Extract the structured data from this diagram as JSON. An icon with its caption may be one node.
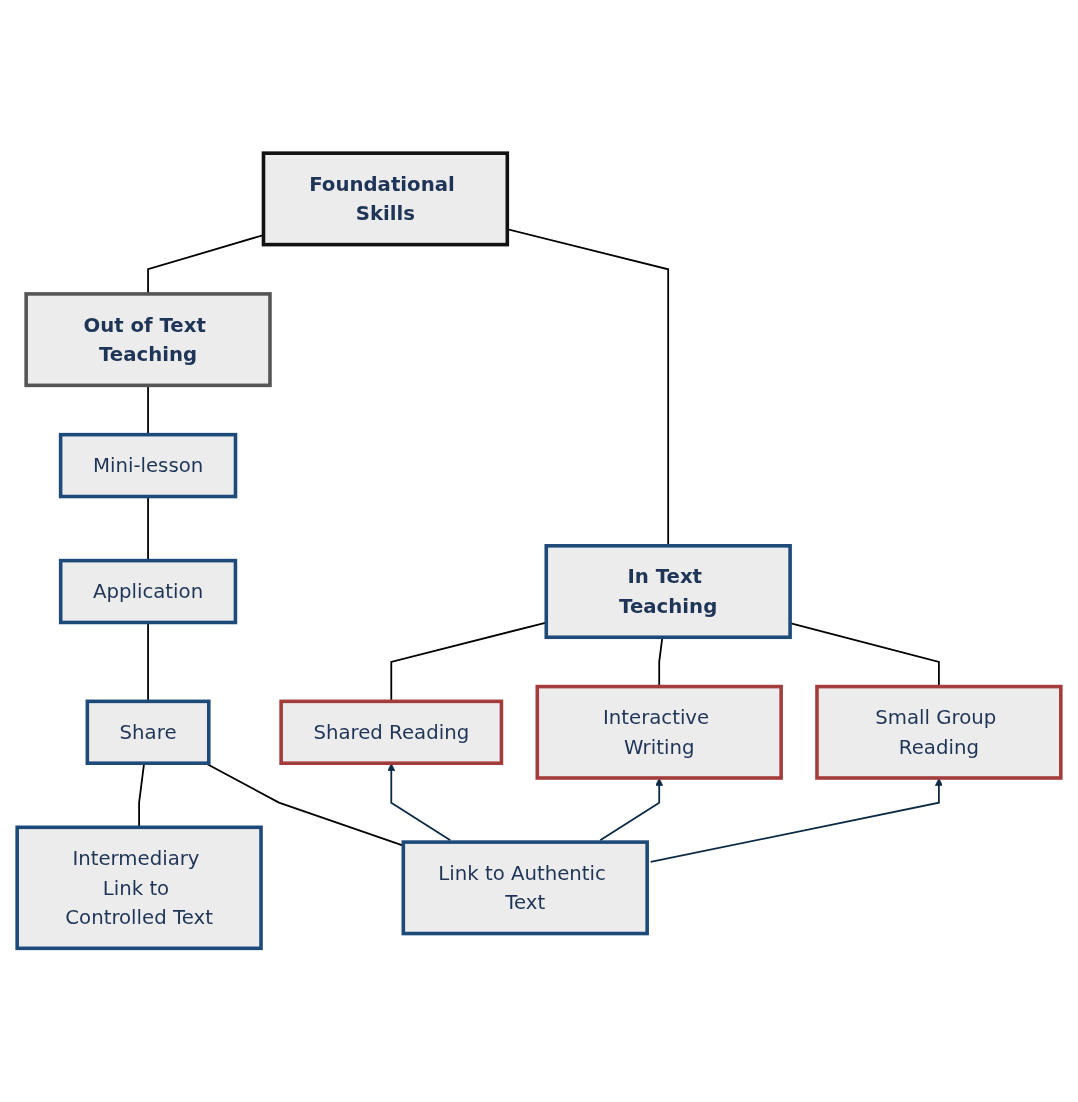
{
  "diagram": {
    "nodes": [
      {
        "text": [
          "Foundational Skills"
        ]
      },
      {
        "text": [
          "Out of Text Teaching"
        ]
      },
      {
        "text": [
          "In Text Teaching"
        ]
      },
      {
        "text": [
          "Shared Reading"
        ]
      },
      {
        "text": [
          "Interactive Writing"
        ]
      },
      {
        "text": [
          "Small Group Reading"
        ]
      },
      {
        "text": [
          "Mini-lesson"
        ]
      },
      {
        "text": [
          "Application"
        ]
      },
      {
        "text": [
          "Share"
        ]
      },
      {
        "text": [
          "Intermediary Link to Controlled Text"
        ]
      },
      {
        "text": [
          "Link to Authentic Text"
        ]
      }
    ],
    "edges": [
      {
        "from": 0,
        "to": 1,
        "arrow": "none"
      },
      {
        "from": 0,
        "to": 2,
        "arrow": "none"
      },
      {
        "from": 2,
        "to": 3,
        "arrow": "none"
      },
      {
        "from": 2,
        "to": 4,
        "arrow": "none"
      },
      {
        "from": 2,
        "to": 5,
        "arrow": "none"
      },
      {
        "from": 1,
        "to": 6,
        "arrow": "none"
      },
      {
        "from": 6,
        "to": 7,
        "arrow": "none"
      },
      {
        "from": 7,
        "to": 8,
        "arrow": "none"
      },
      {
        "from": 8,
        "to": 9,
        "arrow": "none"
      },
      {
        "from": 8,
        "to": 10,
        "arrow": "none"
      },
      {
        "from": 10,
        "to": 3,
        "arrow": "to",
        "color": "#0d2a45"
      },
      {
        "from": 10,
        "to": 4,
        "arrow": "to",
        "color": "#0d2a45"
      },
      {
        "from": 10,
        "to": 5,
        "arrow": "to",
        "color": "#0d2a45"
      }
    ]
  }
}
